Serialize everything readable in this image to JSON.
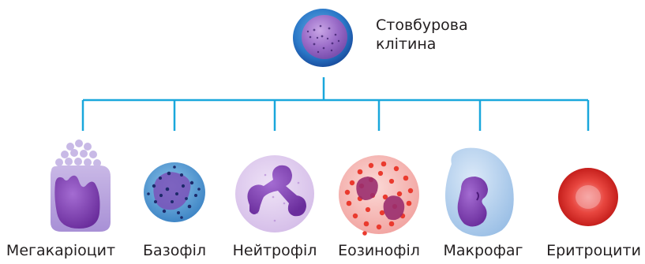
{
  "stem_cell": {
    "label_line1": "Стовбурова",
    "label_line2": "клітина"
  },
  "cells": [
    {
      "id": "megakaryocyte",
      "label": "Мегакаріоцит"
    },
    {
      "id": "basophil",
      "label": "Базофіл"
    },
    {
      "id": "neutrophil",
      "label": "Нейтрофіл"
    },
    {
      "id": "eosinophil",
      "label": "Еозинофіл"
    },
    {
      "id": "macrophage",
      "label": "Макрофаг"
    },
    {
      "id": "erythrocytes",
      "label": "Еритроцити"
    }
  ],
  "colors": {
    "connector": "#19a7dc",
    "text": "#231f20"
  }
}
